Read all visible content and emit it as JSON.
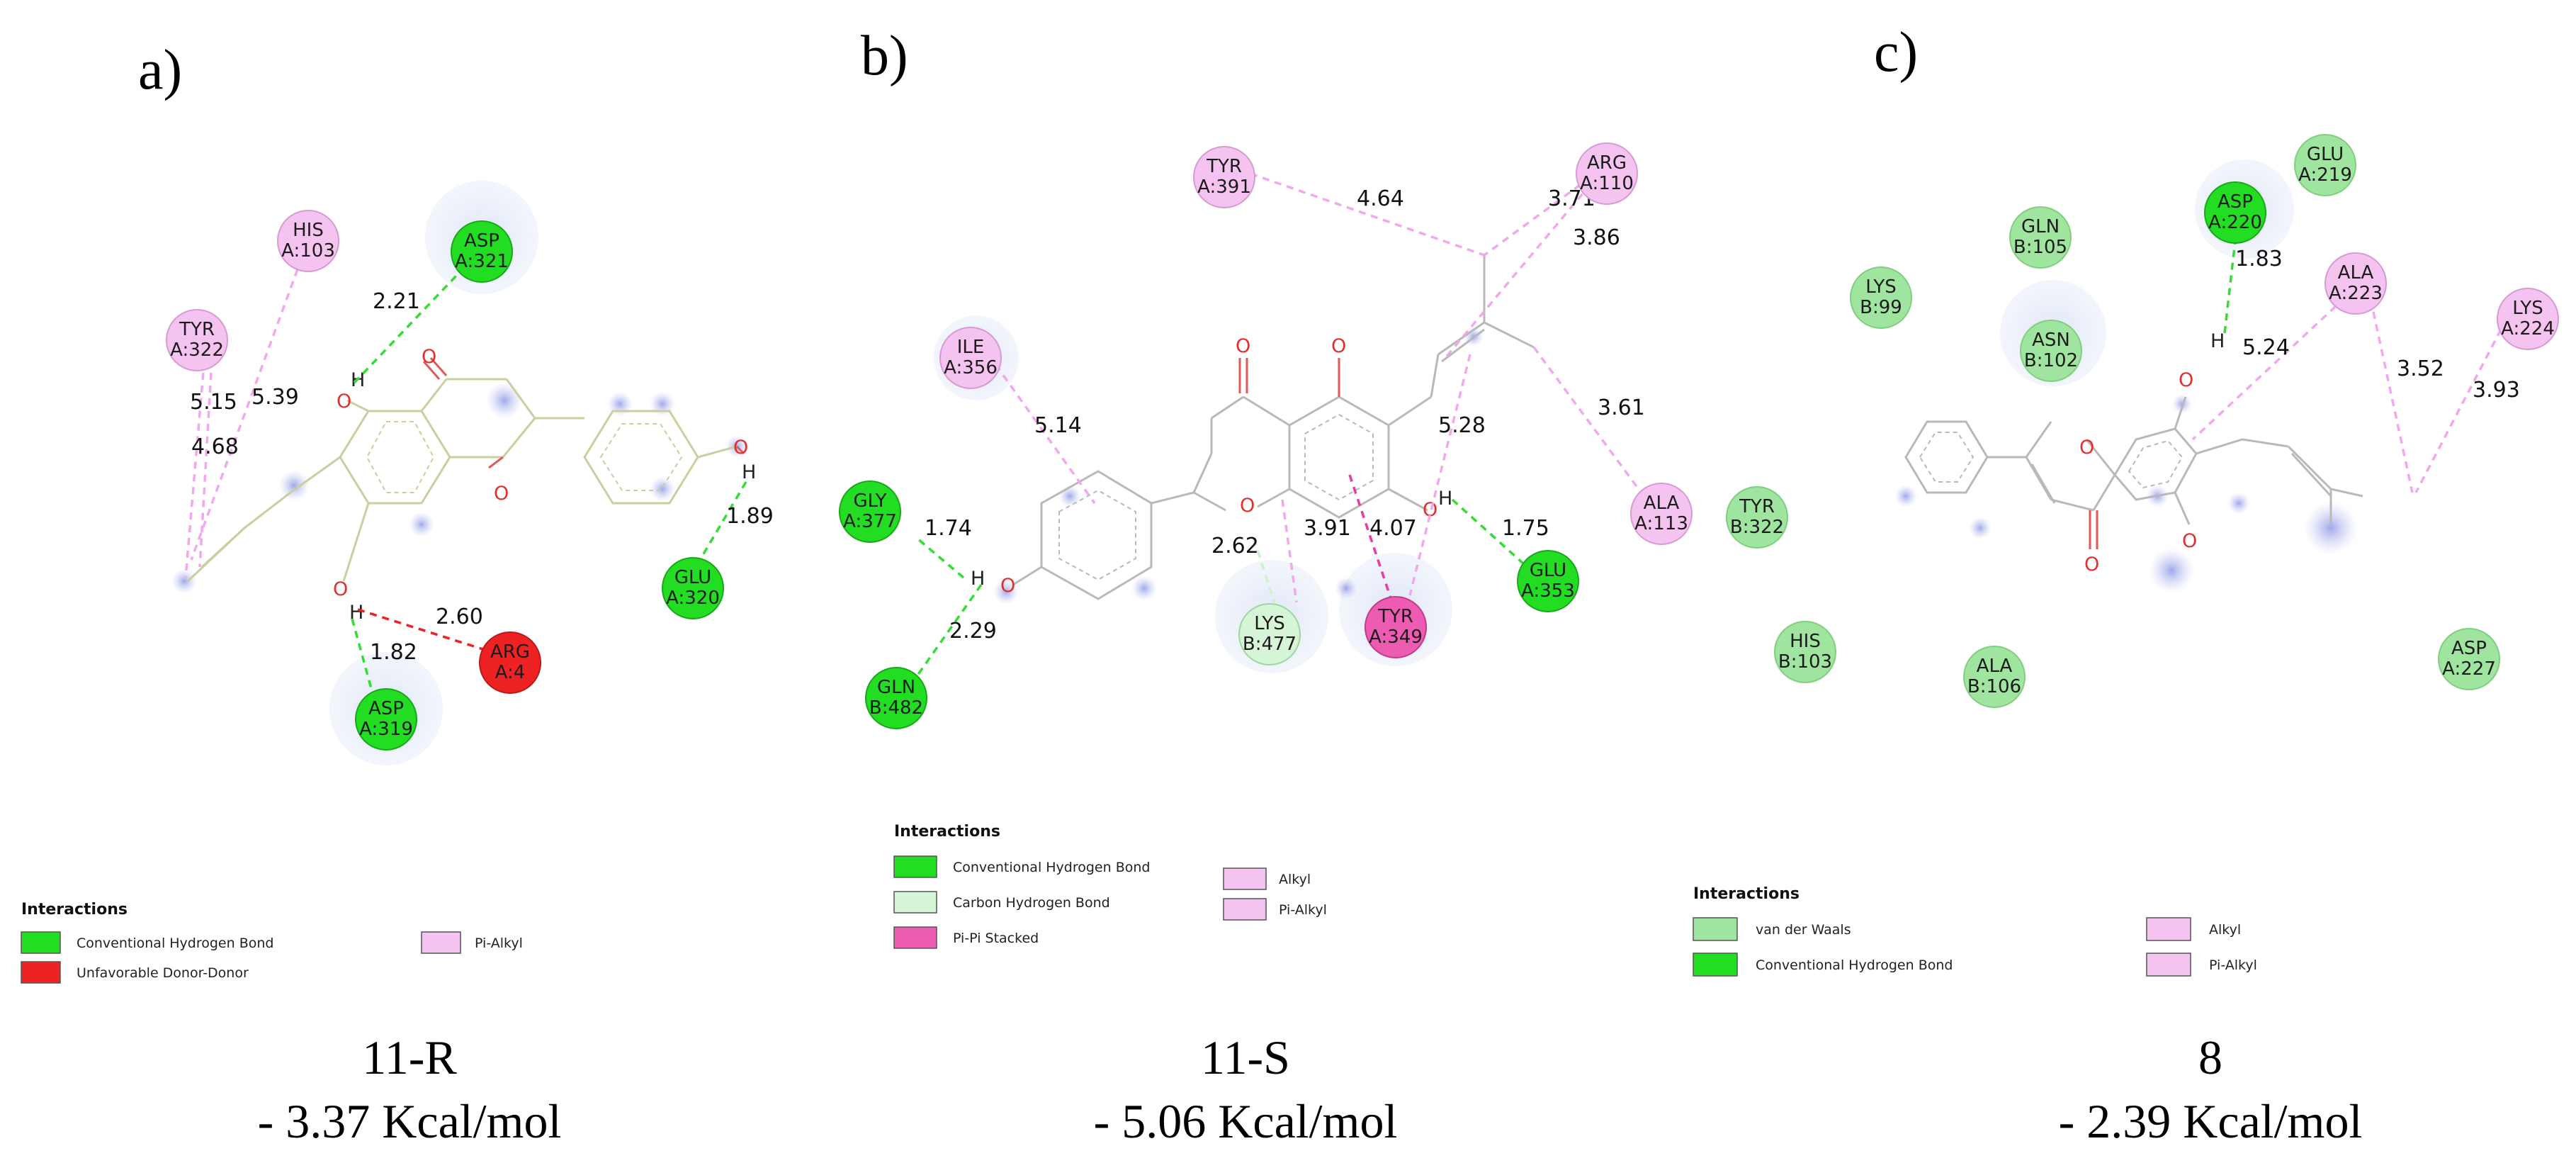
{
  "colors": {
    "conventional_hbond": "#22dd22",
    "carbon_hbond": "#d6f5d6",
    "pi_pi": "#ee5bb2",
    "alkyl": "#f5c3f0",
    "pi_alkyl": "#f5c3f0",
    "unfavorable": "#ee2222",
    "vdw": "#9fe59f"
  },
  "panels": [
    {
      "label": "a)",
      "name": "11-R",
      "energy": "- 3.37 Kcal/mol",
      "legend": {
        "title": "Interactions",
        "items": [
          {
            "label": "Conventional Hydrogen Bond",
            "color": "#22dd22"
          },
          {
            "label": "Unfavorable Donor-Donor",
            "color": "#ee2222"
          },
          {
            "label": "Pi-Alkyl",
            "color": "#f5c3f0"
          }
        ]
      },
      "residues": [
        {
          "name": "HIS",
          "id": "A:103",
          "color": "#f5c3f0"
        },
        {
          "name": "ASP",
          "id": "A:321",
          "color": "#22dd22"
        },
        {
          "name": "TYR",
          "id": "A:322",
          "color": "#f5c3f0"
        },
        {
          "name": "GLU",
          "id": "A:320",
          "color": "#22dd22"
        },
        {
          "name": "ARG",
          "id": "A:4",
          "color": "#ee2222"
        },
        {
          "name": "ASP",
          "id": "A:319",
          "color": "#22dd22"
        }
      ],
      "distances": [
        "2.21",
        "5.15",
        "5.39",
        "4.68",
        "1.89",
        "2.60",
        "1.82"
      ]
    },
    {
      "label": "b)",
      "name": "11-S",
      "energy": "- 5.06 Kcal/mol",
      "legend": {
        "title": "Interactions",
        "items": [
          {
            "label": "Conventional Hydrogen Bond",
            "color": "#22dd22"
          },
          {
            "label": "Carbon Hydrogen Bond",
            "color": "#d6f5d6"
          },
          {
            "label": "Pi-Pi Stacked",
            "color": "#ee5bb2"
          },
          {
            "label": "Alkyl",
            "color": "#f5c3f0"
          },
          {
            "label": "Pi-Alkyl",
            "color": "#f5c3f0"
          }
        ]
      },
      "residues": [
        {
          "name": "TYR",
          "id": "A:391",
          "color": "#f5c3f0"
        },
        {
          "name": "ARG",
          "id": "A:110",
          "color": "#f5c3f0"
        },
        {
          "name": "ILE",
          "id": "A:356",
          "color": "#f5c3f0"
        },
        {
          "name": "GLY",
          "id": "A:377",
          "color": "#22dd22"
        },
        {
          "name": "GLN",
          "id": "B:482",
          "color": "#22dd22"
        },
        {
          "name": "LYS",
          "id": "B:477",
          "color": "#d6f5d6"
        },
        {
          "name": "TYR",
          "id": "A:349",
          "color": "#ee5bb2"
        },
        {
          "name": "GLU",
          "id": "A:353",
          "color": "#22dd22"
        },
        {
          "name": "ALA",
          "id": "A:113",
          "color": "#f5c3f0"
        },
        {
          "name": "TYR",
          "id": "B:322",
          "color": "#9fe59f"
        }
      ],
      "distances": [
        "4.64",
        "3.71",
        "3.86",
        "3.61",
        "5.14",
        "5.28",
        "1.74",
        "2.62",
        "3.91",
        "4.07",
        "1.75",
        "2.29"
      ]
    },
    {
      "label": "c)",
      "name": "8",
      "energy": "- 2.39 Kcal/mol",
      "legend": {
        "title": "Interactions",
        "items": [
          {
            "label": "van der Waals",
            "color": "#9fe59f"
          },
          {
            "label": "Conventional Hydrogen Bond",
            "color": "#22dd22"
          },
          {
            "label": "Alkyl",
            "color": "#f5c3f0"
          },
          {
            "label": "Pi-Alkyl",
            "color": "#f5c3f0"
          }
        ]
      },
      "residues": [
        {
          "name": "GLU",
          "id": "A:219",
          "color": "#9fe59f"
        },
        {
          "name": "GLN",
          "id": "B:105",
          "color": "#9fe59f"
        },
        {
          "name": "ASP",
          "id": "A:220",
          "color": "#22dd22"
        },
        {
          "name": "LYS",
          "id": "B:99",
          "color": "#9fe59f"
        },
        {
          "name": "ASN",
          "id": "B:102",
          "color": "#9fe59f"
        },
        {
          "name": "ALA",
          "id": "A:223",
          "color": "#f5c3f0"
        },
        {
          "name": "LYS",
          "id": "A:224",
          "color": "#f5c3f0"
        },
        {
          "name": "HIS",
          "id": "B:103",
          "color": "#9fe59f"
        },
        {
          "name": "ALA",
          "id": "B:106",
          "color": "#9fe59f"
        },
        {
          "name": "ASP",
          "id": "A:227",
          "color": "#9fe59f"
        }
      ],
      "distances": [
        "1.83",
        "5.24",
        "3.52",
        "3.93"
      ]
    }
  ]
}
